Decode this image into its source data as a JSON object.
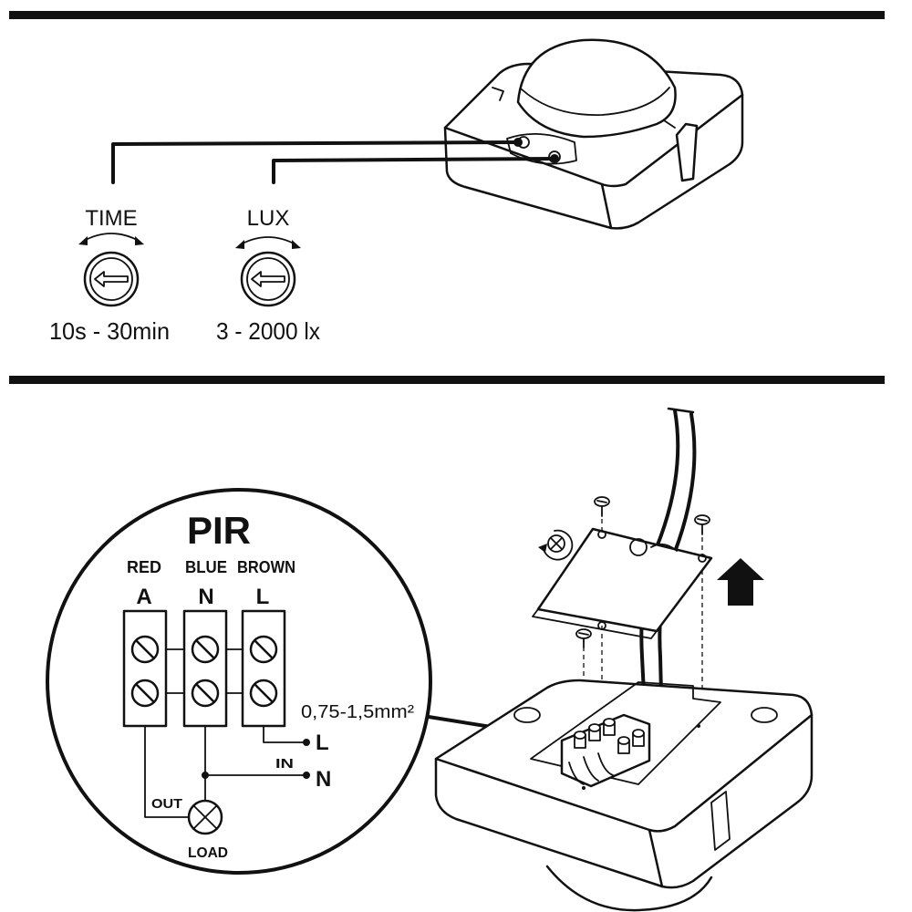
{
  "settings": {
    "time": {
      "label": "TIME",
      "range": "10s - 30min"
    },
    "lux": {
      "label": "LUX",
      "range": "3 - 2000 lx"
    }
  },
  "pir": {
    "title": "PIR",
    "wire_colors": [
      "RED",
      "BLUE",
      "BROWN"
    ],
    "terminals": [
      "A",
      "N",
      "L"
    ],
    "line_label": "L",
    "neutral_label": "N",
    "in_label": "IN",
    "out_label": "OUT",
    "load_label": "LOAD"
  },
  "wire_gauge": "0,75-1,5mm²"
}
